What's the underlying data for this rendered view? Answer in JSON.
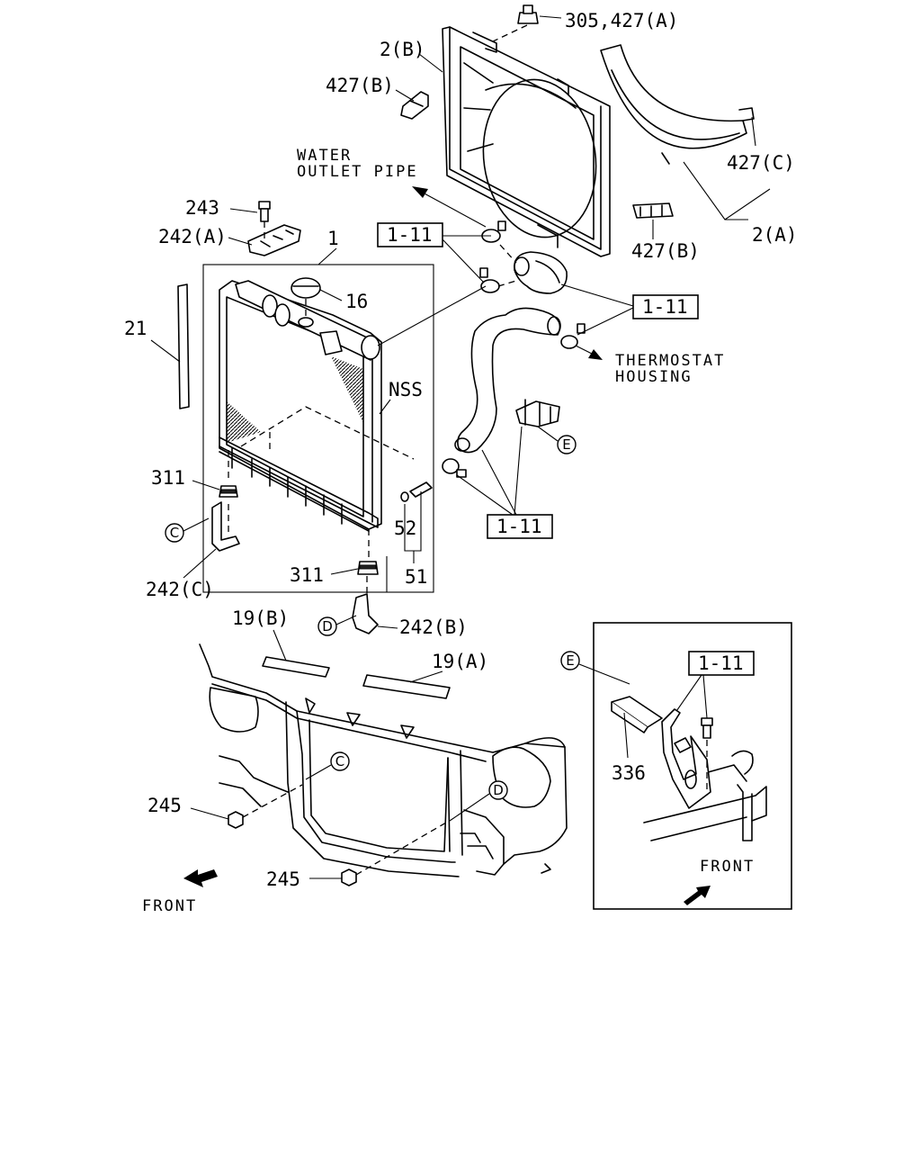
{
  "labels": {
    "p305": "305,427(A)",
    "p2b": "2(B)",
    "p427b_top": "427(B)",
    "p427c": "427(C)",
    "p2a": "2(A)",
    "p427b_clip": "427(B)",
    "water_outlet_l1": "WATER",
    "water_outlet_l2": "OUTLET PIPE",
    "p243": "243",
    "p242a": "242(A)",
    "p1": "1",
    "p16": "16",
    "p21": "21",
    "nss": "NSS",
    "thermostat_l1": "THERMOSTAT",
    "thermostat_l2": "HOUSING",
    "p311_left": "311",
    "p242c": "242(C)",
    "p52": "52",
    "p51": "51",
    "p311_mid": "311",
    "p242b": "242(B)",
    "p19b": "19(B)",
    "p19a": "19(A)",
    "p245_left": "245",
    "p245_bottom": "245",
    "front_left": "FRONT",
    "front_inset": "FRONT",
    "p336": "336"
  },
  "ref_boxes": [
    "1-11",
    "1-11",
    "1-11",
    "1-11"
  ],
  "callouts": {
    "c_left": "C",
    "c_frame": "C",
    "d_mount": "D",
    "d_frame": "D",
    "e_hose": "E",
    "e_inset": "E"
  }
}
